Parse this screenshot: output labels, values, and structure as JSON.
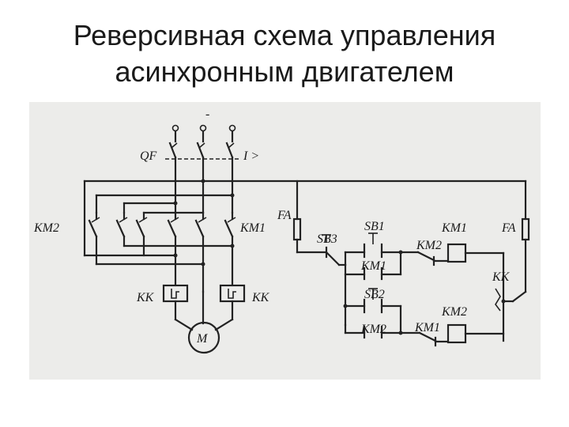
{
  "title": {
    "line1": "Реверсивная схема управления",
    "line2": "асинхронным двигателем"
  },
  "diagram": {
    "labels": {
      "qf": "QF",
      "overcurrent": "I >",
      "minus": "-",
      "km2_main": "KM2",
      "km1_main": "KM1",
      "fa_left": "FA",
      "fa_right": "FA",
      "sb3": "SB3",
      "sb1": "SB1",
      "km1_coil": "KM1",
      "km2_interlock": "KM2",
      "km1_hold": "KM1",
      "kk_contact": "KK",
      "sb2": "SB2",
      "km2_coil": "KM2",
      "km1_interlock": "KM1",
      "km2_hold": "KM2",
      "kk_left": "KK",
      "kk_right": "KK",
      "motor": "M"
    }
  },
  "colors": {
    "background": "#ffffff",
    "diagram_bg": "#ececea",
    "ink": "#222222"
  }
}
